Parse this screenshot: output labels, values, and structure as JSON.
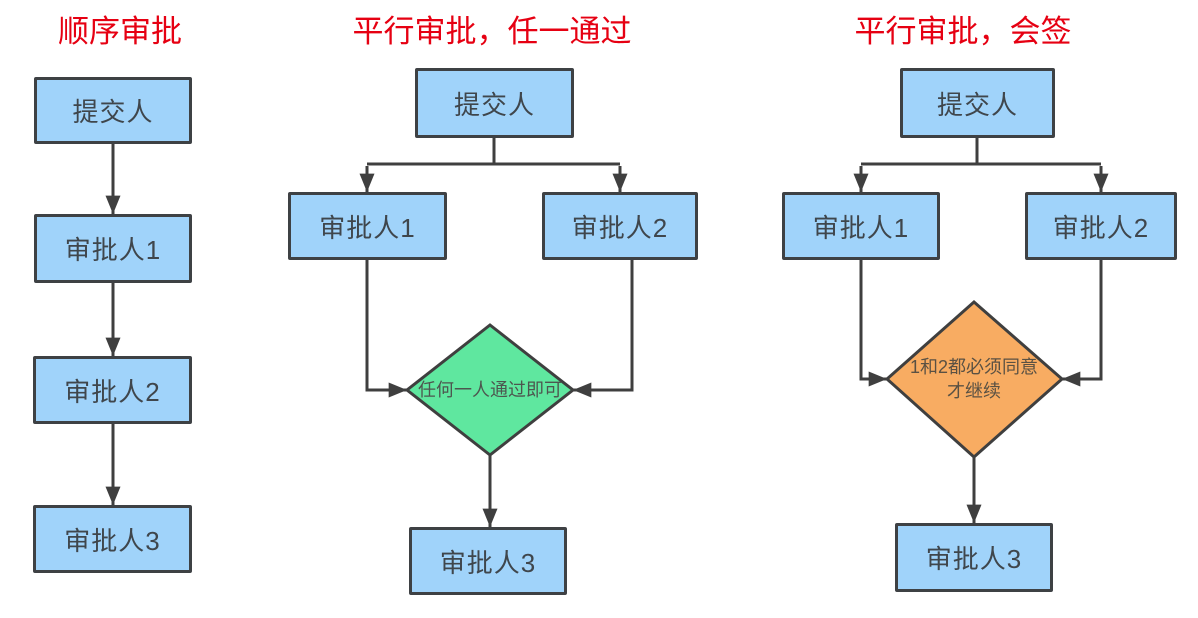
{
  "colors": {
    "title_red": "#e60012",
    "node_fill": "#a0d3fa",
    "node_border": "#3e4144",
    "connector": "#3f3f3f",
    "diamond_green": "#5fe79f",
    "diamond_orange": "#f8ac62",
    "node_text": "#3f464c"
  },
  "flows": [
    {
      "title": "顺序审批",
      "nodes": [
        {
          "label": "提交人"
        },
        {
          "label": "审批人1"
        },
        {
          "label": "审批人2"
        },
        {
          "label": "审批人3"
        }
      ]
    },
    {
      "title": "平行审批，任一通过",
      "nodes": [
        {
          "label": "提交人"
        },
        {
          "label": "审批人1"
        },
        {
          "label": "审批人2"
        },
        {
          "label": "审批人3"
        }
      ],
      "condition": "任何一人通过即可"
    },
    {
      "title": "平行审批，会签",
      "nodes": [
        {
          "label": "提交人"
        },
        {
          "label": "审批人1"
        },
        {
          "label": "审批人2"
        },
        {
          "label": "审批人3"
        }
      ],
      "condition": "1和2都必须同意才继续"
    }
  ]
}
